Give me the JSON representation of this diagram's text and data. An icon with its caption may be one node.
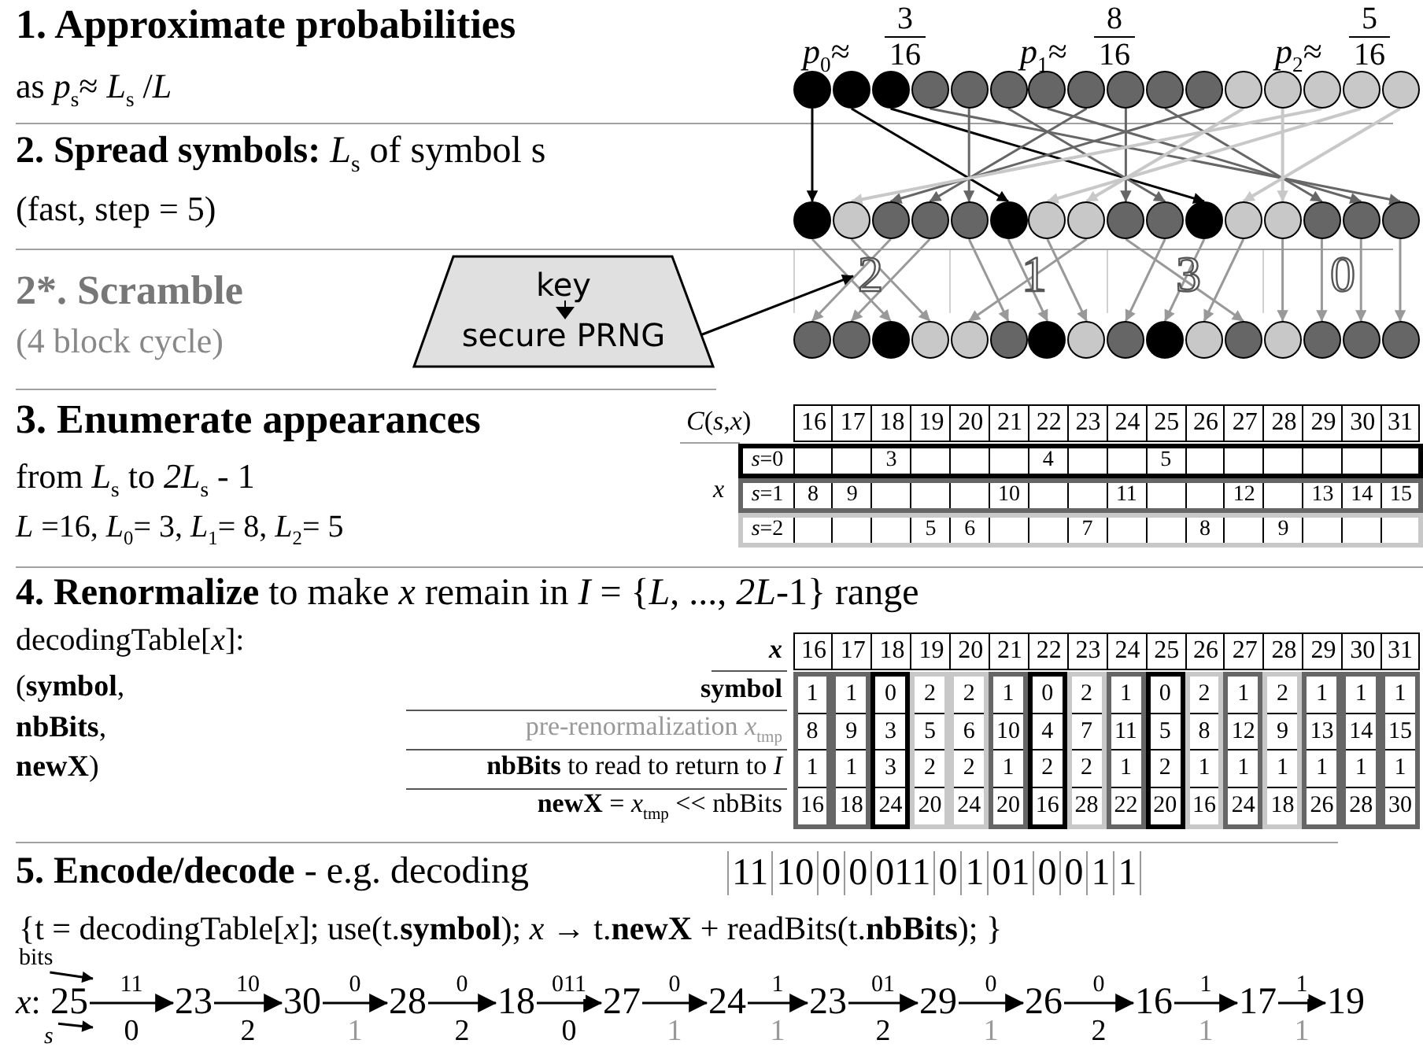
{
  "diagram": {
    "nodes": [
      {
        "text": [],
        "shape": "circle"
      },
      {
        "text": [],
        "shape": "circle"
      },
      {
        "text": [],
        "shape": "circle"
      },
      {
        "text": [],
        "shape": "circle"
      },
      {
        "text": [],
        "shape": "circle"
      },
      {
        "text": [],
        "shape": "circle"
      },
      {
        "text": [],
        "shape": "circle"
      },
      {
        "text": [],
        "shape": "circle"
      },
      {
        "text": [],
        "shape": "circle"
      },
      {
        "text": [],
        "shape": "circle"
      },
      {
        "text": [],
        "shape": "circle"
      },
      {
        "text": [],
        "shape": "circle"
      },
      {
        "text": [],
        "shape": "circle"
      },
      {
        "text": [],
        "shape": "circle"
      },
      {
        "text": [],
        "shape": "circle"
      },
      {
        "text": [],
        "shape": "circle"
      },
      {
        "text": [],
        "shape": "circle"
      },
      {
        "text": [],
        "shape": "circle"
      },
      {
        "text": [],
        "shape": "circle"
      },
      {
        "text": [],
        "shape": "circle"
      },
      {
        "text": [],
        "shape": "circle"
      },
      {
        "text": [],
        "shape": "circle"
      },
      {
        "text": [],
        "shape": "circle"
      },
      {
        "text": [],
        "shape": "circle"
      },
      {
        "text": [],
        "shape": "circle"
      },
      {
        "text": [],
        "shape": "circle"
      },
      {
        "text": [],
        "shape": "circle"
      },
      {
        "text": [],
        "shape": "circle"
      },
      {
        "text": [],
        "shape": "circle"
      },
      {
        "text": [],
        "shape": "circle"
      },
      {
        "text": [],
        "shape": "circle"
      },
      {
        "text": [],
        "shape": "circle"
      },
      {
        "text": [
          "key",
          "secure PRNG"
        ]
      },
      {
        "text": [
          "2"
        ]
      },
      {
        "text": [
          "1"
        ]
      },
      {
        "text": [
          "3"
        ]
      },
      {
        "text": [
          "0"
        ]
      },
      {
        "text": [],
        "shape": "circle"
      },
      {
        "text": [],
        "shape": "circle"
      },
      {
        "text": [],
        "shape": "circle"
      },
      {
        "text": [],
        "shape": "circle"
      },
      {
        "text": [],
        "shape": "circle"
      },
      {
        "text": [],
        "shape": "circle"
      },
      {
        "text": [],
        "shape": "circle"
      },
      {
        "text": [],
        "shape": "circle"
      },
      {
        "text": [],
        "shape": "circle"
      },
      {
        "text": [],
        "shape": "circle"
      },
      {
        "text": [],
        "shape": "circle"
      },
      {
        "text": [],
        "shape": "circle"
      },
      {
        "text": [],
        "shape": "circle"
      },
      {
        "text": [],
        "shape": "circle"
      },
      {
        "text": [],
        "shape": "circle"
      },
      {
        "text": [],
        "shape": "circle"
      },
      {
        "text": [
          "bits"
        ]
      },
      {
        "text": [
          "25"
        ]
      },
      {
        "text": [
          "23"
        ]
      },
      {
        "text": [
          "30"
        ]
      },
      {
        "text": [
          "28"
        ]
      },
      {
        "text": [
          "18"
        ]
      },
      {
        "text": [
          "27"
        ]
      },
      {
        "text": [
          "24"
        ]
      },
      {
        "text": [
          "23"
        ]
      },
      {
        "text": [
          "29"
        ]
      },
      {
        "text": [
          "26"
        ]
      },
      {
        "text": [
          "16"
        ]
      },
      {
        "text": [
          "17"
        ]
      },
      {
        "text": [
          "19"
        ]
      },
      {
        "text": [
          "s"
        ]
      }
    ],
    "edges": [
      {
        "from": 0,
        "to": 16,
        "arrow": "to"
      },
      {
        "from": 1,
        "to": 21,
        "arrow": "to"
      },
      {
        "from": 2,
        "to": 26,
        "arrow": "to"
      },
      {
        "from": 3,
        "to": 31,
        "arrow": "to",
        "color": "#666666"
      },
      {
        "from": 4,
        "to": 20,
        "arrow": "to",
        "color": "#666666"
      },
      {
        "from": 5,
        "to": 25,
        "arrow": "to",
        "color": "#666666"
      },
      {
        "from": 6,
        "to": 30,
        "arrow": "to",
        "color": "#666666"
      },
      {
        "from": 7,
        "to": 19,
        "arrow": "to",
        "color": "#666666"
      },
      {
        "from": 8,
        "to": 24,
        "arrow": "to",
        "color": "#666666"
      },
      {
        "from": 9,
        "to": 29,
        "arrow": "to",
        "color": "#666666"
      },
      {
        "from": 10,
        "to": 18,
        "arrow": "to",
        "color": "#666666"
      },
      {
        "from": 11,
        "to": 23,
        "arrow": "to",
        "color": "#c8c8c8"
      },
      {
        "from": 12,
        "to": 28,
        "arrow": "to",
        "color": "#c8c8c8"
      },
      {
        "from": 13,
        "to": 17,
        "arrow": "to",
        "color": "#c8c8c8"
      },
      {
        "from": 14,
        "to": 22,
        "arrow": "to",
        "color": "#c8c8c8"
      },
      {
        "from": 15,
        "to": 27,
        "arrow": "to",
        "color": "#c8c8c8"
      },
      {
        "from": 16,
        "to": 39,
        "arrow": "to",
        "color": "#999999"
      },
      {
        "from": 17,
        "to": 40,
        "arrow": "to",
        "color": "#999999"
      },
      {
        "from": 18,
        "to": 37,
        "arrow": "to",
        "color": "#999999"
      },
      {
        "from": 19,
        "to": 38,
        "arrow": "to",
        "color": "#999999"
      },
      {
        "from": 20,
        "to": 42,
        "arrow": "to",
        "color": "#999999"
      },
      {
        "from": 21,
        "to": 43,
        "arrow": "to",
        "color": "#999999"
      },
      {
        "from": 22,
        "to": 44,
        "arrow": "to",
        "color": "#999999"
      },
      {
        "from": 23,
        "to": 41,
        "arrow": "to",
        "color": "#999999"
      },
      {
        "from": 24,
        "to": 48,
        "arrow": "to",
        "color": "#999999"
      },
      {
        "from": 25,
        "to": 45,
        "arrow": "to",
        "color": "#999999"
      },
      {
        "from": 26,
        "to": 46,
        "arrow": "to",
        "color": "#999999"
      },
      {
        "from": 27,
        "to": 47,
        "arrow": "to",
        "color": "#999999"
      },
      {
        "from": 28,
        "to": 49,
        "arrow": "to",
        "color": "#999999"
      },
      {
        "from": 29,
        "to": 50,
        "arrow": "to",
        "color": "#999999"
      },
      {
        "from": 30,
        "to": 51,
        "arrow": "to",
        "color": "#999999"
      },
      {
        "from": 31,
        "to": 52,
        "arrow": "to",
        "color": "#999999"
      },
      {
        "from": 32,
        "to": 33,
        "arrow": "to"
      },
      {
        "from": 54,
        "to": 55,
        "arrow": "to",
        "label": "11"
      },
      {
        "from": 55,
        "to": 56,
        "arrow": "to",
        "label": "10"
      },
      {
        "from": 56,
        "to": 57,
        "arrow": "to",
        "label": "0"
      },
      {
        "from": 57,
        "to": 58,
        "arrow": "to",
        "label": "0"
      },
      {
        "from": 58,
        "to": 59,
        "arrow": "to",
        "label": "011"
      },
      {
        "from": 59,
        "to": 60,
        "arrow": "to",
        "label": "0"
      },
      {
        "from": 60,
        "to": 61,
        "arrow": "to",
        "label": "1"
      },
      {
        "from": 61,
        "to": 62,
        "arrow": "to",
        "label": "01"
      },
      {
        "from": 62,
        "to": 63,
        "arrow": "to",
        "label": "0"
      },
      {
        "from": 63,
        "to": 64,
        "arrow": "to",
        "label": "0"
      },
      {
        "from": 64,
        "to": 65,
        "arrow": "to",
        "label": "1"
      },
      {
        "from": 65,
        "to": 66,
        "arrow": "to",
        "label": "1"
      },
      {
        "from": 53,
        "to": 54,
        "arrow": "to"
      },
      {
        "from": 67,
        "to": 54,
        "arrow": "to"
      }
    ],
    "labels": [
      "1. Approximate probabilities",
      "as *p*$_{s}$≈ *L*$_{s}$ /*L*",
      "3",
      "8",
      "5",
      "*p*$_{0}$≈",
      "16",
      "*p*$_{1}$≈",
      "16",
      "*p*$_{2}$≈",
      "16",
      "**2. Spread symbols:** *L*$_{s}$ of symbol s",
      "(fast, step = 5)",
      "2*. Scramble",
      "(4 block cycle)",
      "3. Enumerate appearances",
      "from *L*$_{s}$ to *2L*$_{s}$ - 1",
      "*L* =16, *L*$_{0}$= 3, *L*$_{1}$= 8, *L*$_{2}$= 5",
      "*C*(*s*,*x*)",
      "16",
      "17",
      "18",
      "19",
      "20",
      "21",
      "22",
      "23",
      "24",
      "25",
      "26",
      "27",
      "28",
      "29",
      "30",
      "31",
      "*s*=0",
      "3",
      "4",
      "5",
      "x",
      "*s*=1",
      "8",
      "9",
      "10",
      "11",
      "12",
      "13",
      "14",
      "15",
      "*s*=2",
      "5",
      "6",
      "7",
      "8",
      "9",
      "**4. Renormalize** to make *x* remain in *I* = {*L*, ..., *2L*-1} range",
      "decodingTable[*x*]:",
      "(**symbol**, **nbBits**, **newX**)",
      "x",
      "16",
      "17",
      "18",
      "19",
      "20",
      "21",
      "22",
      "23",
      "24",
      "25",
      "26",
      "27",
      "28",
      "29",
      "30",
      "31",
      "symbol",
      "1",
      "1",
      "0",
      "2",
      "2",
      "1",
      "0",
      "2",
      "1",
      "0",
      "2",
      "1",
      "2",
      "1",
      "1",
      "1",
      "pre-renormalization *x*$_{tmp}$",
      "8",
      "9",
      "3",
      "5",
      "6",
      "10",
      "4",
      "7",
      "11",
      "5",
      "8",
      "12",
      "9",
      "13",
      "14",
      "15",
      "**nbBits** to read to return to *I*",
      "1",
      "1",
      "3",
      "2",
      "2",
      "1",
      "2",
      "2",
      "1",
      "2",
      "1",
      "1",
      "1",
      "1",
      "1",
      "1",
      "**newX** = *x*$_{tmp}$ << nbBits",
      "16",
      "18",
      "24",
      "20",
      "24",
      "20",
      "16",
      "28",
      "22",
      "20",
      "16",
      "24",
      "18",
      "26",
      "28",
      "30",
      "**5. Encode/decode** - e.g. decoding",
      "11",
      "10",
      "0",
      "0",
      "011",
      "0",
      "1",
      "01",
      "0",
      "0",
      "1",
      "1",
      "{t = decodingTable[*x*]; use(t.**symbol**); *x* → t.**newX** + readBits(t.**nbBits**); }",
      "*x*:",
      "0",
      "2",
      "1",
      "2",
      "0",
      "1",
      "1",
      "2",
      "1",
      "2",
      "1",
      "1"
    ]
  }
}
